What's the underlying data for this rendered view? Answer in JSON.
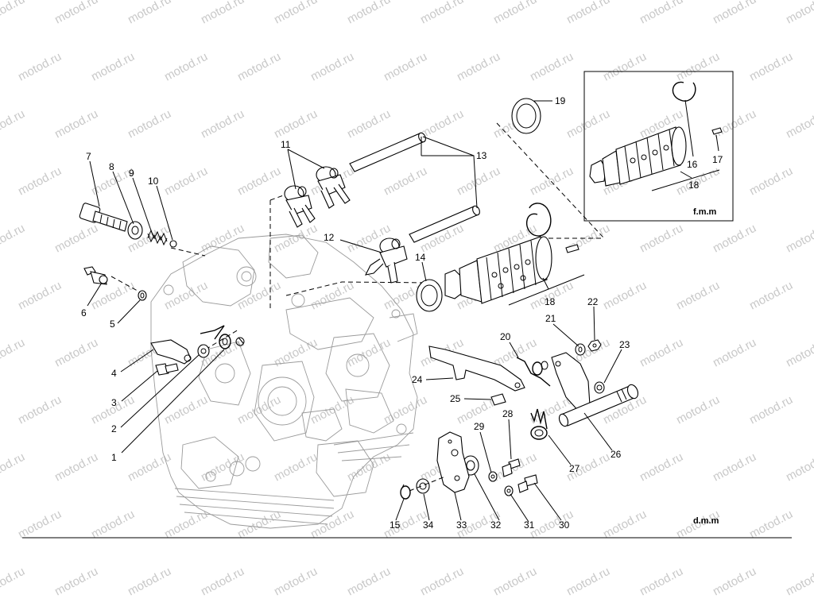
{
  "watermark": "motod.ru",
  "inset_tag": "f.m.m",
  "main_tag": "d.m.m",
  "callouts": [
    "1",
    "2",
    "3",
    "4",
    "5",
    "6",
    "7",
    "8",
    "9",
    "10",
    "11",
    "12",
    "13",
    "14",
    "15",
    "16",
    "17",
    "18",
    "19",
    "20",
    "21",
    "22",
    "23",
    "24",
    "25",
    "26",
    "27",
    "28",
    "29",
    "30",
    "31",
    "32",
    "33",
    "34"
  ]
}
